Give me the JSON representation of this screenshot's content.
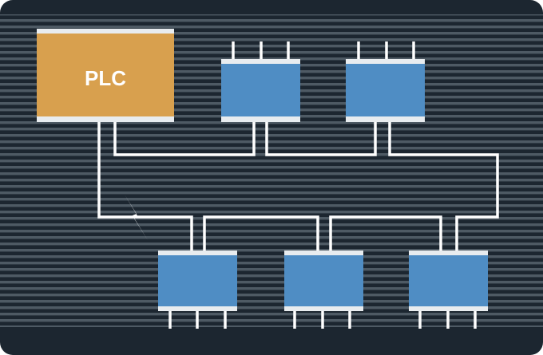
{
  "diagram": {
    "controller": {
      "label": "PLC",
      "color": "#D8A04E"
    },
    "device_color": "#4F8DC4",
    "background_color": "#1C2630",
    "stripe_color": "#4E5A64",
    "wire_color": "#FFFFFF",
    "devices_top_row": 2,
    "devices_bottom_row": 3
  }
}
